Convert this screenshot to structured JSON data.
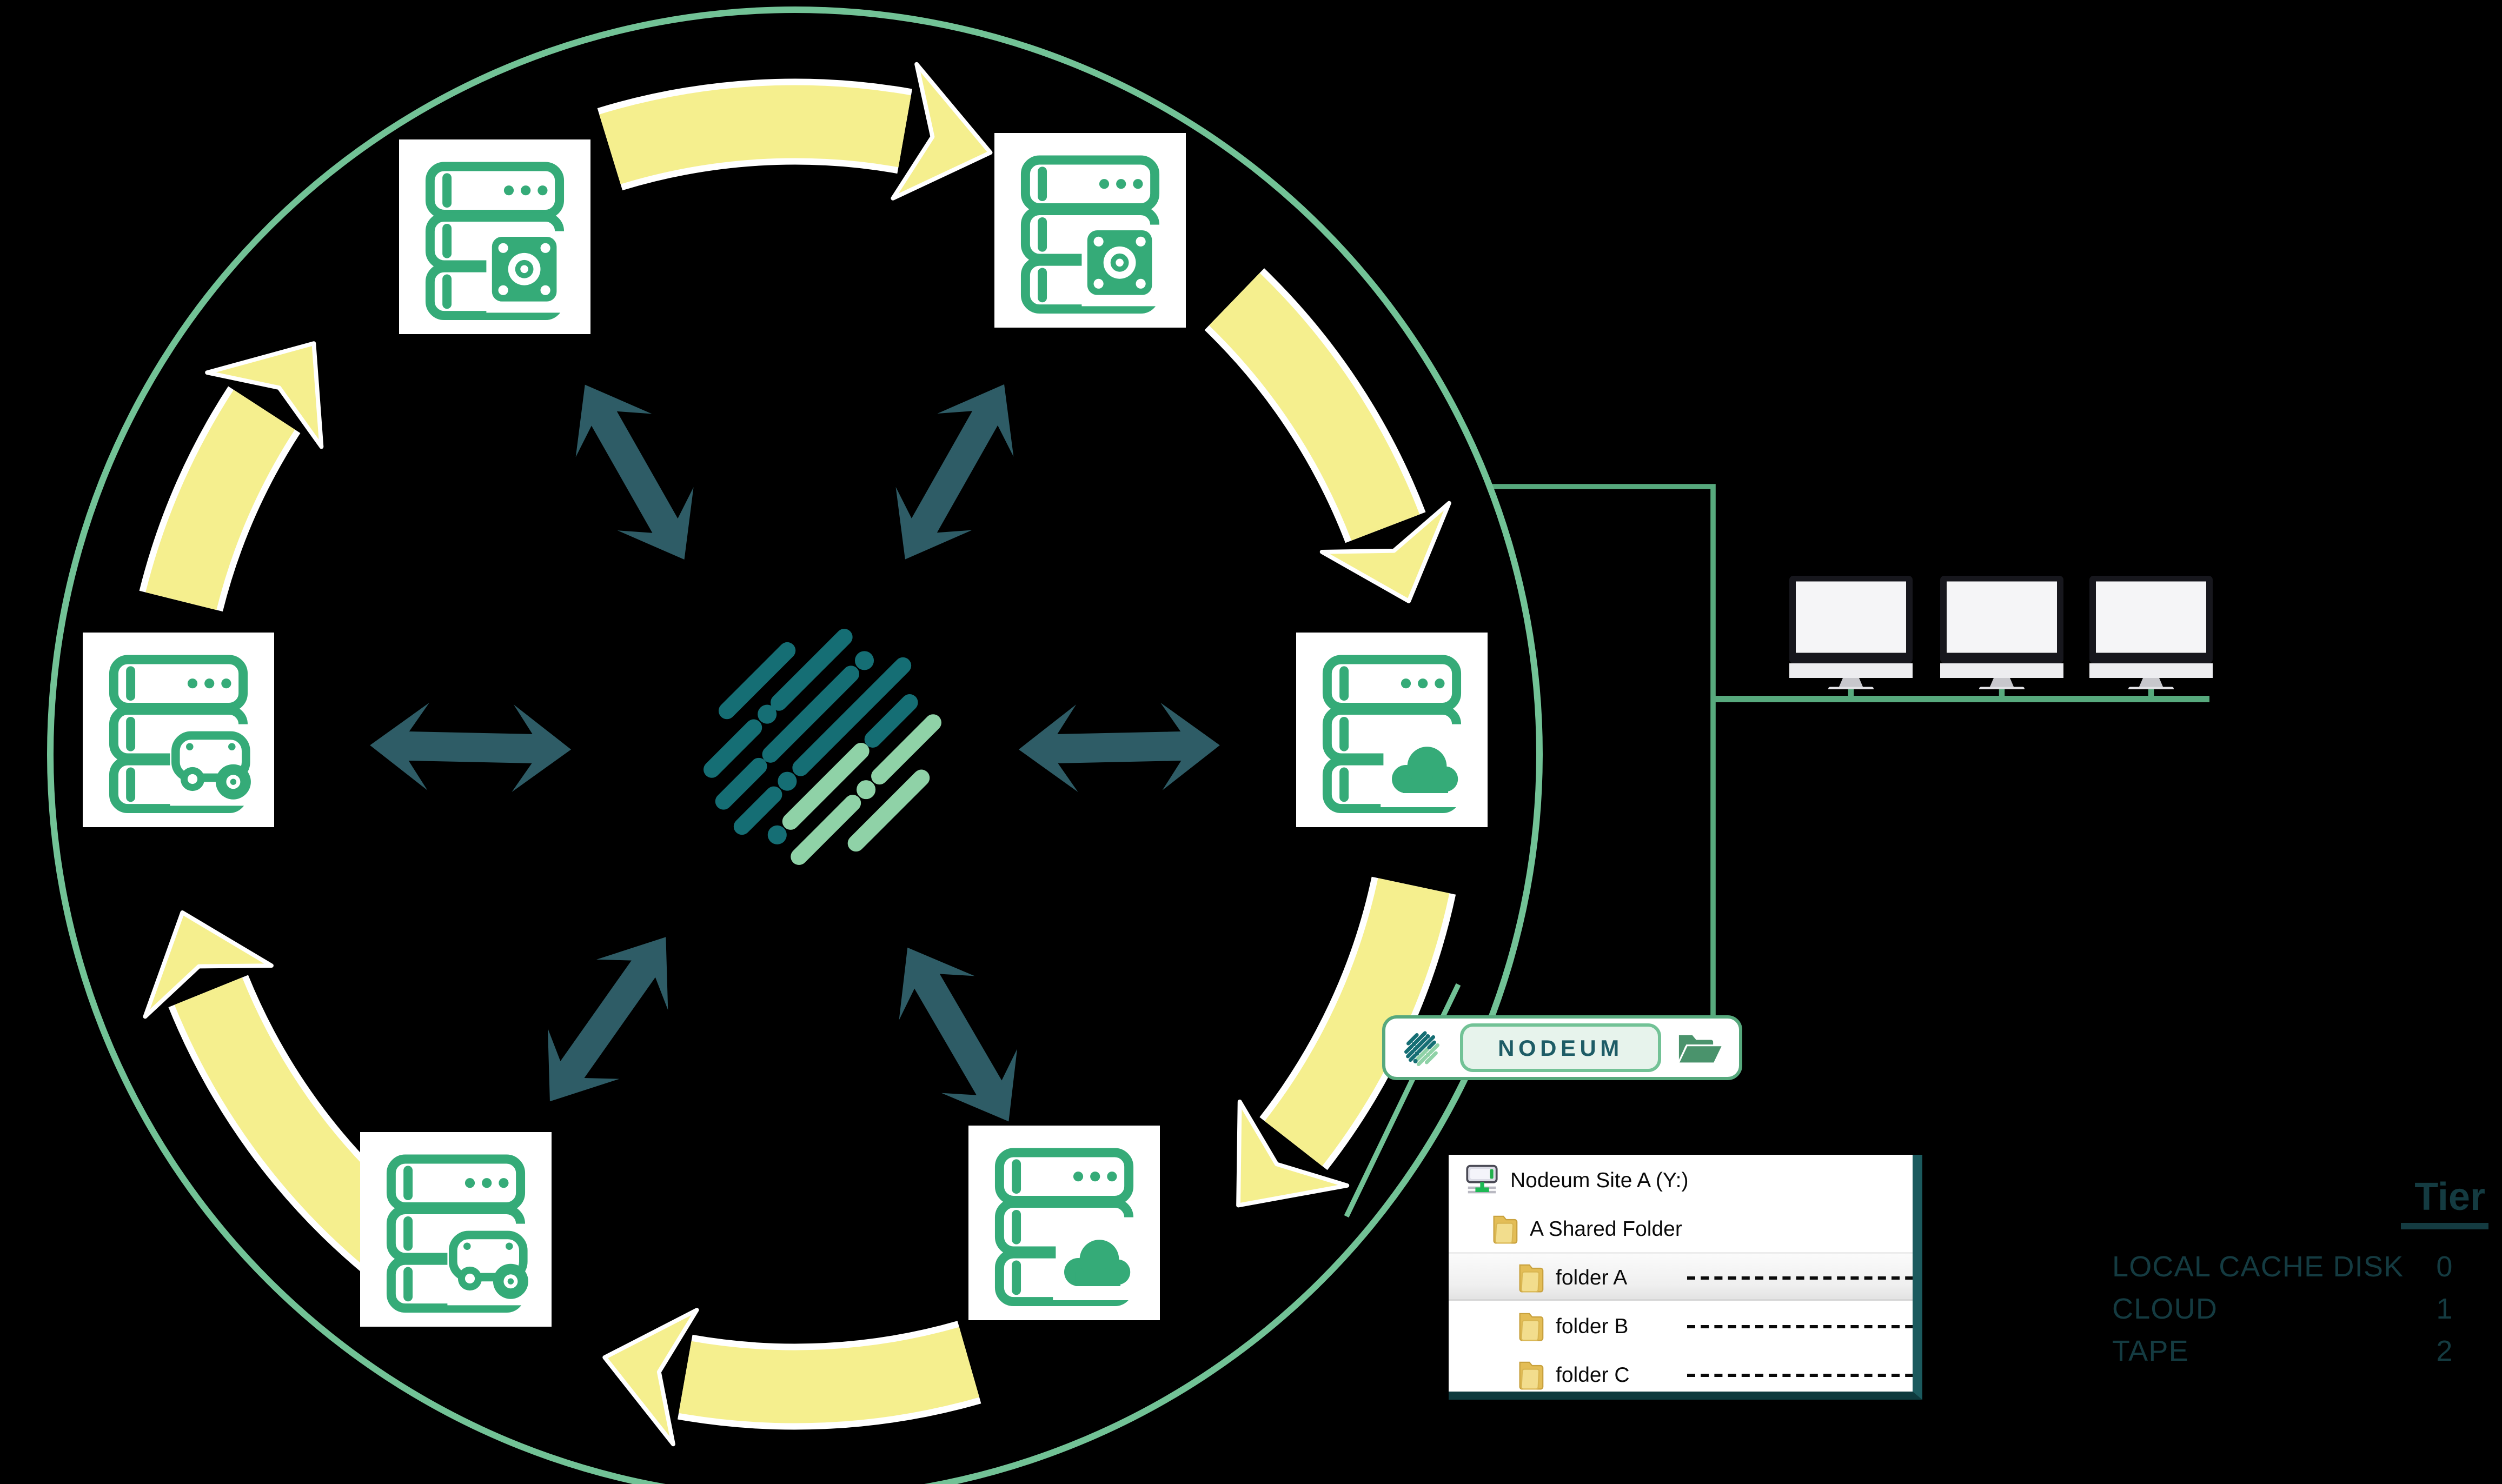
{
  "badge": {
    "label": "NODEUM"
  },
  "file_tree": {
    "drive_label": "Nodeum Site A (Y:)",
    "shared_folder_label": "A Shared Folder",
    "folders": [
      "folder A",
      "folder B",
      "folder C"
    ]
  },
  "tier_table": {
    "header": "Tier",
    "rows": [
      {
        "label": "LOCAL CACHE DISK",
        "tier": "0"
      },
      {
        "label": "CLOUD",
        "tier": "1"
      },
      {
        "label": "TAPE",
        "tier": "2"
      }
    ]
  },
  "ring": {
    "center_icon": "nodeum-logo",
    "servers": [
      {
        "icon": "server-disk-icon"
      },
      {
        "icon": "server-disk-icon"
      },
      {
        "icon": "server-cloud-icon"
      },
      {
        "icon": "server-cloud-icon"
      },
      {
        "icon": "server-tape-icon"
      },
      {
        "icon": "server-tape-icon"
      }
    ],
    "flow_arrow_count": 6,
    "sync_arrow_count": 6
  },
  "workstations": {
    "count": 3
  },
  "icons": {
    "badge_left": "nodeum-logo-icon",
    "badge_right": "open-folder-icon",
    "tree_drive": "network-drive-icon",
    "tree_folder": "folder-icon"
  },
  "colors": {
    "background": "#000000",
    "ring_green": "#72c296",
    "connector_green": "#57a97d",
    "server_green": "#35ab78",
    "flow_arrow_yellow": "#f5ef8e",
    "sync_arrow_teal": "#2e5c66",
    "logo_dark": "#156e74",
    "logo_light": "#8fd2a7",
    "tier_text": "#143b41",
    "badge_text": "#1e5c66",
    "folder_yellow": "#f2dd8d",
    "open_folder_green": "#4a936c"
  }
}
